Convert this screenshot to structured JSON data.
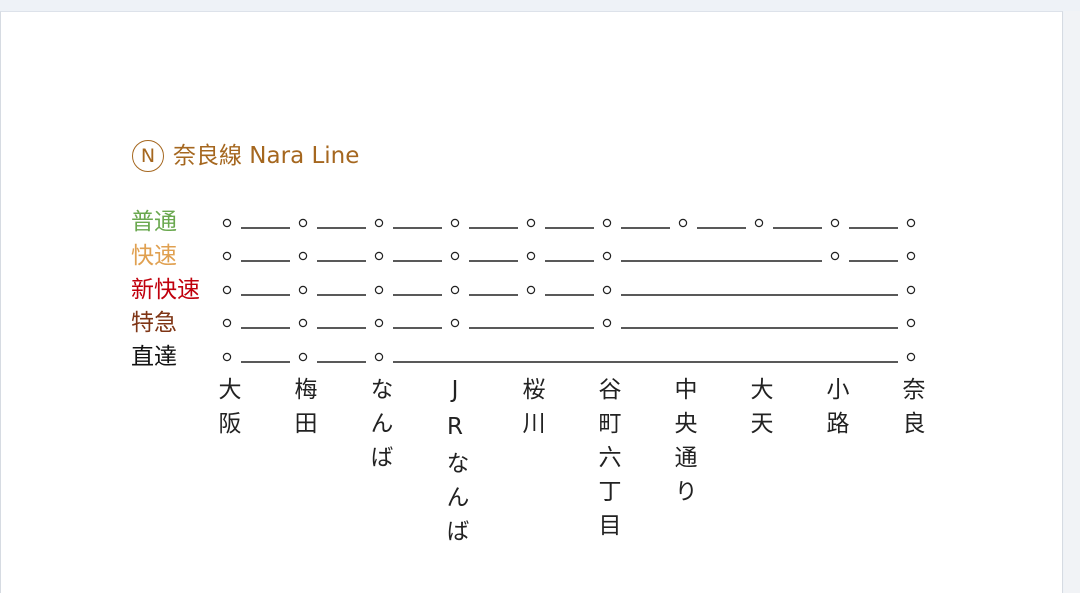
{
  "title": {
    "icon": "circled-n-icon",
    "icon_letter": "N",
    "text": "奈良線 Nara Line",
    "color": "#a5671f"
  },
  "stations": [
    "大阪",
    "梅田",
    "なんば",
    "JRなんば",
    "桜川",
    "谷町六丁目",
    "中央通り",
    "大天",
    "小路",
    "奈良"
  ],
  "services": [
    {
      "name": "普通",
      "color": "#6aa84f",
      "stops": [
        1,
        1,
        1,
        1,
        1,
        1,
        1,
        1,
        1,
        1
      ]
    },
    {
      "name": "快速",
      "color": "#e0a050",
      "stops": [
        1,
        1,
        1,
        1,
        1,
        1,
        0,
        0,
        1,
        1
      ]
    },
    {
      "name": "新快速",
      "color": "#c0000c",
      "stops": [
        1,
        1,
        1,
        1,
        1,
        1,
        0,
        0,
        0,
        1
      ]
    },
    {
      "name": "特急",
      "color": "#7f3515",
      "stops": [
        1,
        1,
        1,
        1,
        0,
        1,
        0,
        0,
        0,
        1
      ]
    },
    {
      "name": "直達",
      "color": "#111111",
      "stops": [
        1,
        1,
        1,
        0,
        0,
        0,
        0,
        0,
        0,
        1
      ]
    }
  ],
  "colors": {
    "line": "#222222",
    "text": "#222222"
  }
}
